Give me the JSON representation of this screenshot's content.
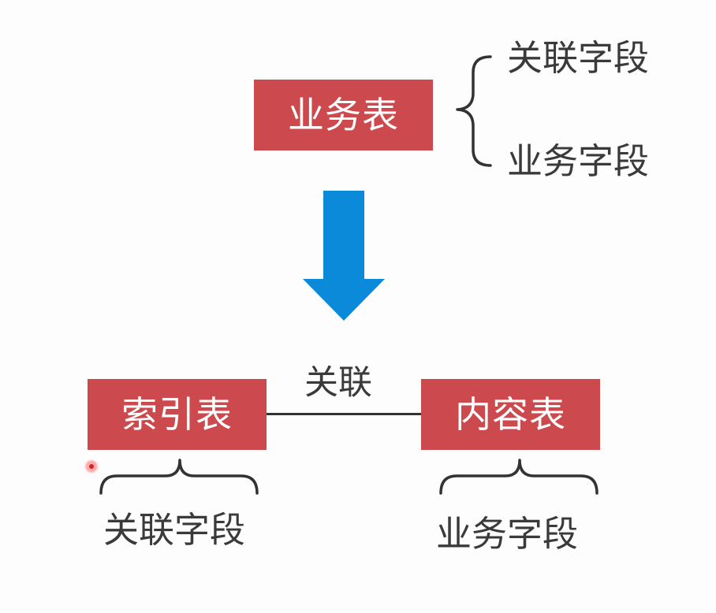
{
  "colors": {
    "box_fill": "#cc4a4d",
    "box_text": "#ffffff",
    "arrow_fill": "#0a8ad8",
    "line": "#333333",
    "text": "#3a3a3a",
    "cursor_marker": "#e02020"
  },
  "top": {
    "box_label": "业务表",
    "fields": [
      "关联字段",
      "业务字段"
    ]
  },
  "arrow": {
    "direction": "down",
    "icon": "down-arrow-icon"
  },
  "bottom": {
    "relation_label": "关联",
    "left_box_label": "索引表",
    "right_box_label": "内容表",
    "left_field": "关联字段",
    "right_field": "业务字段"
  },
  "cursor": {
    "icon": "cursor-marker-icon"
  }
}
